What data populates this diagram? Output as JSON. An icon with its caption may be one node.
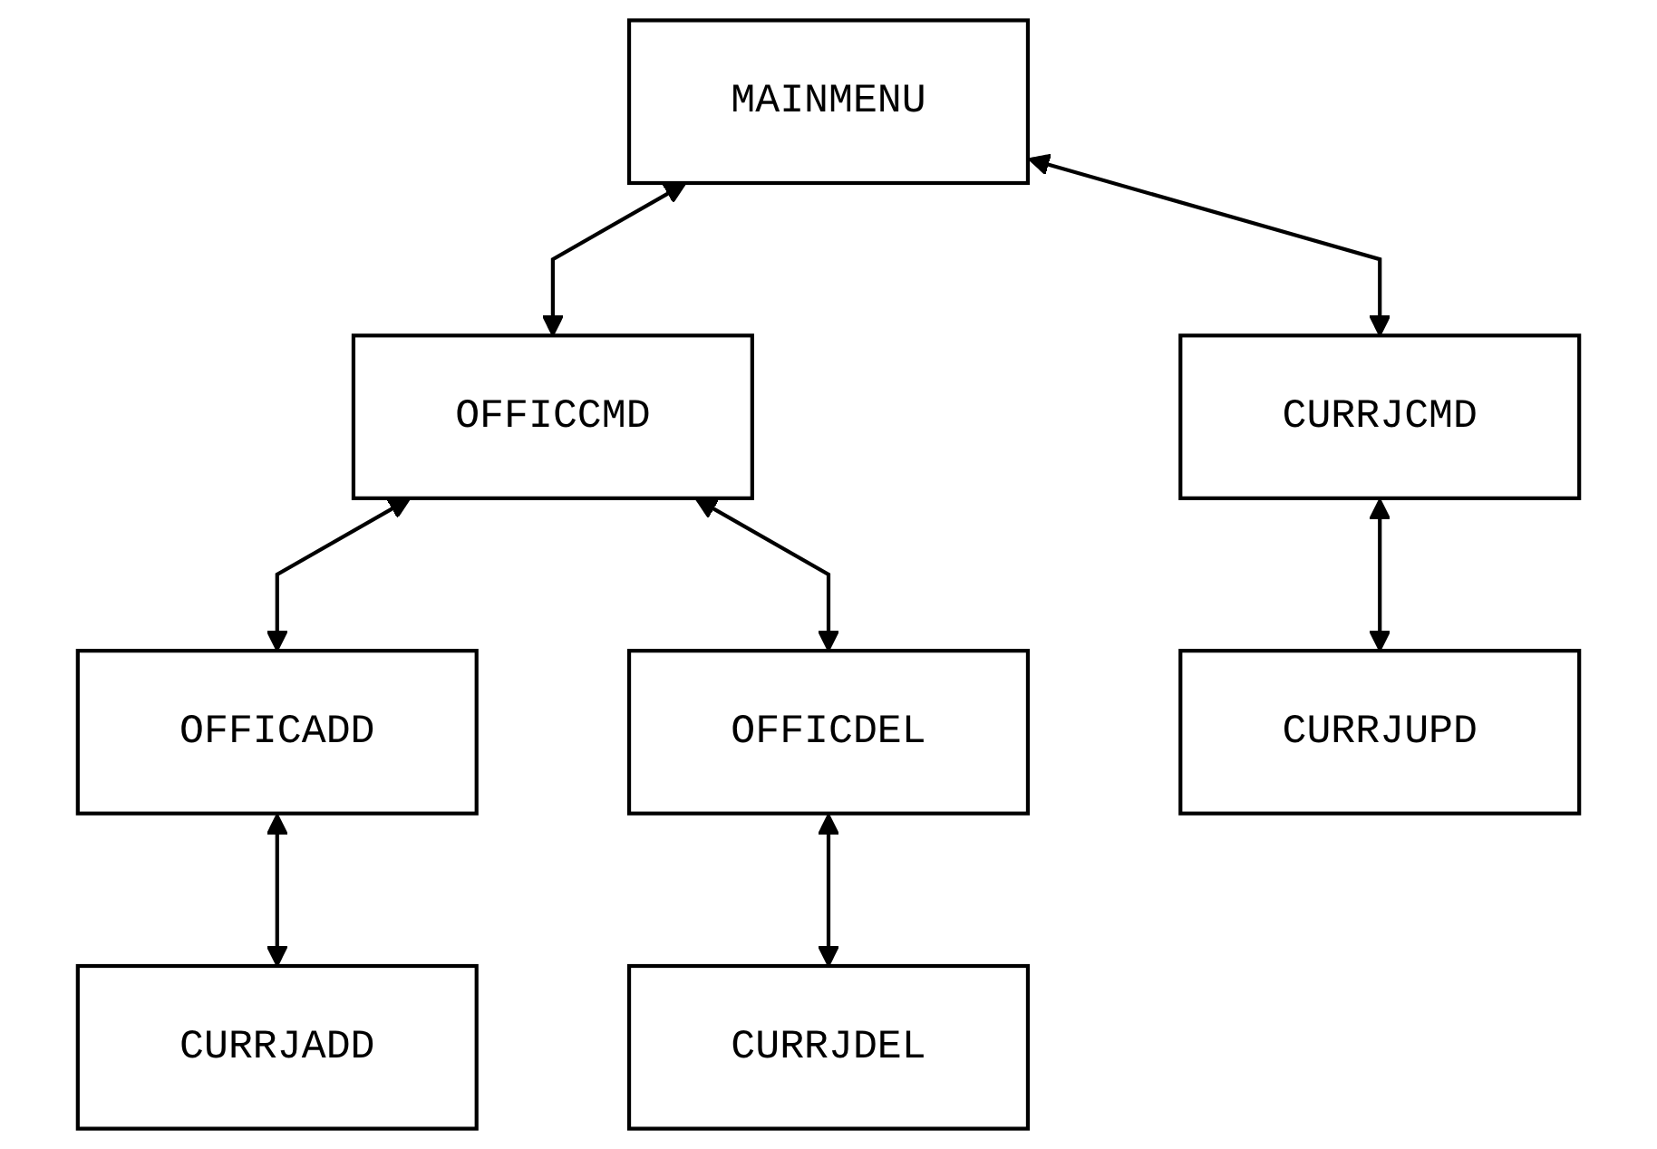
{
  "diagram": {
    "nodes": [
      {
        "text": [
          "MAINMENU"
        ]
      },
      {
        "text": [
          "OFFICCMD"
        ]
      },
      {
        "text": [
          "CURRJCMD"
        ]
      },
      {
        "text": [
          "OFFICADD"
        ]
      },
      {
        "text": [
          "OFFICDEL"
        ]
      },
      {
        "text": [
          "CURRJUPD"
        ]
      },
      {
        "text": [
          "CURRJADD"
        ]
      },
      {
        "text": [
          "CURRJDEL"
        ]
      }
    ],
    "edges": [
      {
        "from": 0,
        "to": 1,
        "arrow": "both"
      },
      {
        "from": 0,
        "to": 2,
        "arrow": "both"
      },
      {
        "from": 1,
        "to": 3,
        "arrow": "both"
      },
      {
        "from": 1,
        "to": 4,
        "arrow": "both"
      },
      {
        "from": 2,
        "to": 5,
        "arrow": "both"
      },
      {
        "from": 3,
        "to": 6,
        "arrow": "both"
      },
      {
        "from": 4,
        "to": 7,
        "arrow": "both"
      }
    ]
  }
}
